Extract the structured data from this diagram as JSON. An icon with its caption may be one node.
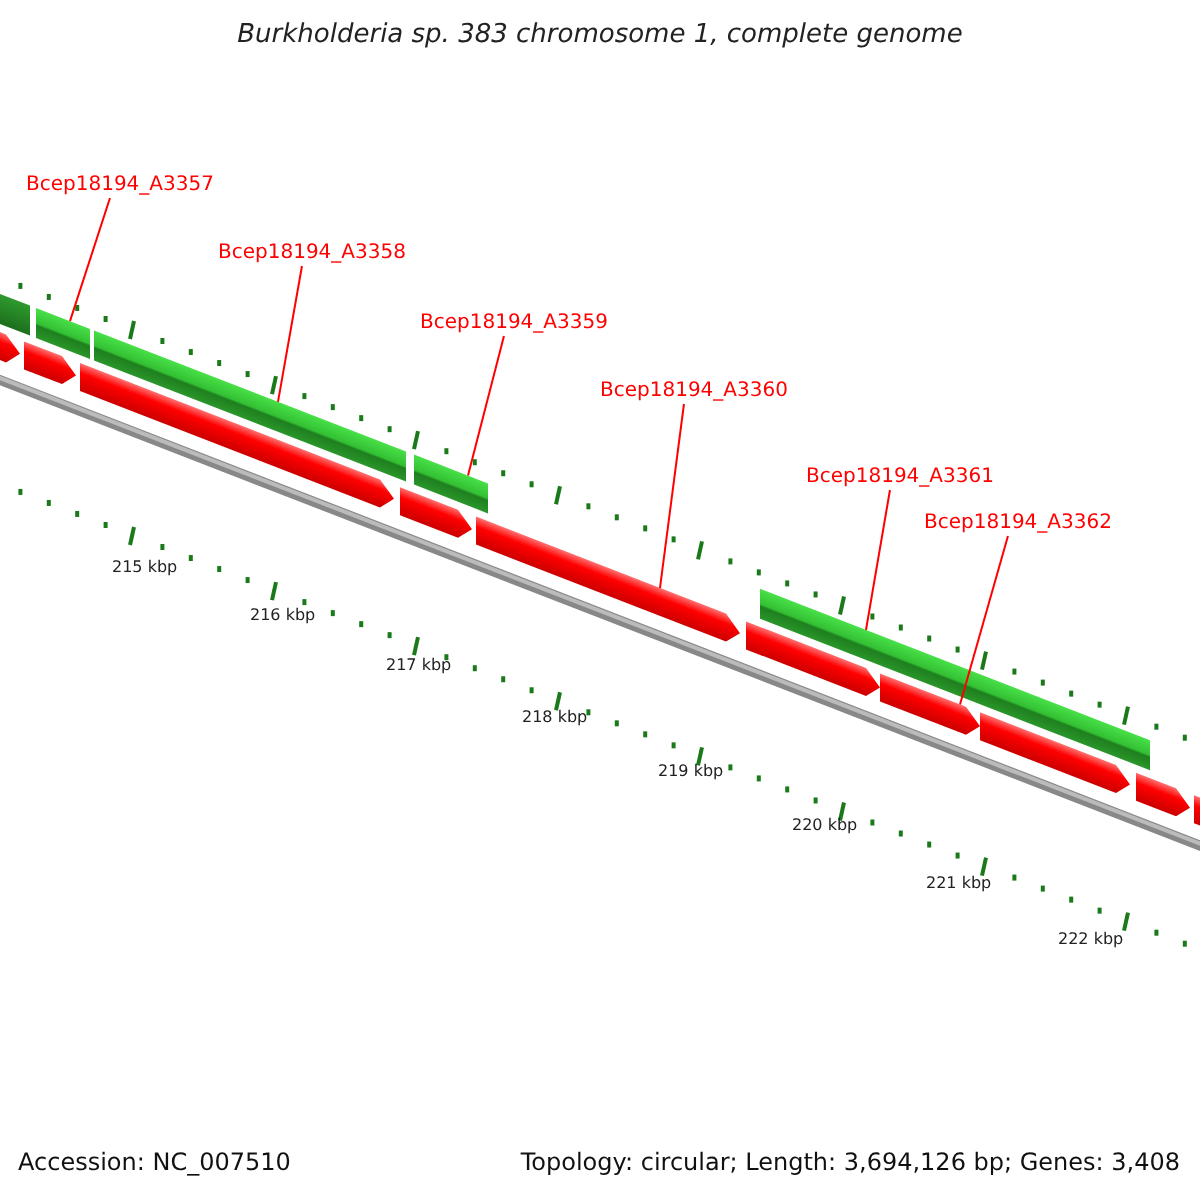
{
  "diagram": {
    "title": "Burkholderia sp. 383 chromosome 1, complete genome",
    "nodes": [
      {
        "text": [
          "Bcep18194_A3357"
        ]
      },
      {
        "text": [
          "Bcep18194_A3358"
        ]
      },
      {
        "text": [
          "Bcep18194_A3359"
        ]
      },
      {
        "text": [
          "Bcep18194_A3360"
        ]
      },
      {
        "text": [
          "Bcep18194_A3361"
        ]
      },
      {
        "text": [
          "Bcep18194_A3362"
        ]
      },
      {
        "text": [],
        "shape": "bar"
      },
      {
        "text": [],
        "shape": "pentagon"
      },
      {
        "text": [],
        "shape": "pentagon"
      },
      {
        "text": [],
        "shape": "bar"
      },
      {
        "text": [],
        "shape": "pentagon"
      },
      {
        "text": [],
        "shape": "bar"
      },
      {
        "text": [],
        "shape": "pentagon"
      },
      {
        "text": [],
        "shape": "bar"
      },
      {
        "text": [],
        "shape": "pentagon"
      },
      {
        "text": [],
        "shape": "pentagon"
      },
      {
        "text": [],
        "shape": "bar"
      },
      {
        "text": [],
        "shape": "pentagon"
      },
      {
        "text": [],
        "shape": "pentagon"
      },
      {
        "text": [],
        "shape": "pentagon"
      },
      {
        "text": [],
        "shape": "pentagon"
      }
    ],
    "edges": [
      {
        "from": 0,
        "to": 9,
        "arrow": "none",
        "color": "#ff0000"
      },
      {
        "from": 1,
        "to": 11,
        "arrow": "none",
        "color": "#ff0000"
      },
      {
        "from": 2,
        "to": 13,
        "arrow": "none",
        "color": "#ff0000"
      },
      {
        "from": 3,
        "to": 14,
        "arrow": "none",
        "color": "#ff0000"
      },
      {
        "from": 4,
        "to": 16,
        "arrow": "none",
        "color": "#ff0000"
      },
      {
        "from": 5,
        "to": 17,
        "arrow": "none",
        "color": "#ff0000"
      }
    ],
    "labels": [
      "215 kbp",
      "216 kbp",
      "217 kbp",
      "218 kbp",
      "219 kbp",
      "220 kbp",
      "221 kbp",
      "222 kbp",
      "Accession: NC_007510",
      "Topology: circular; Length: 3,694,126 bp; Genes: 3,408"
    ]
  }
}
